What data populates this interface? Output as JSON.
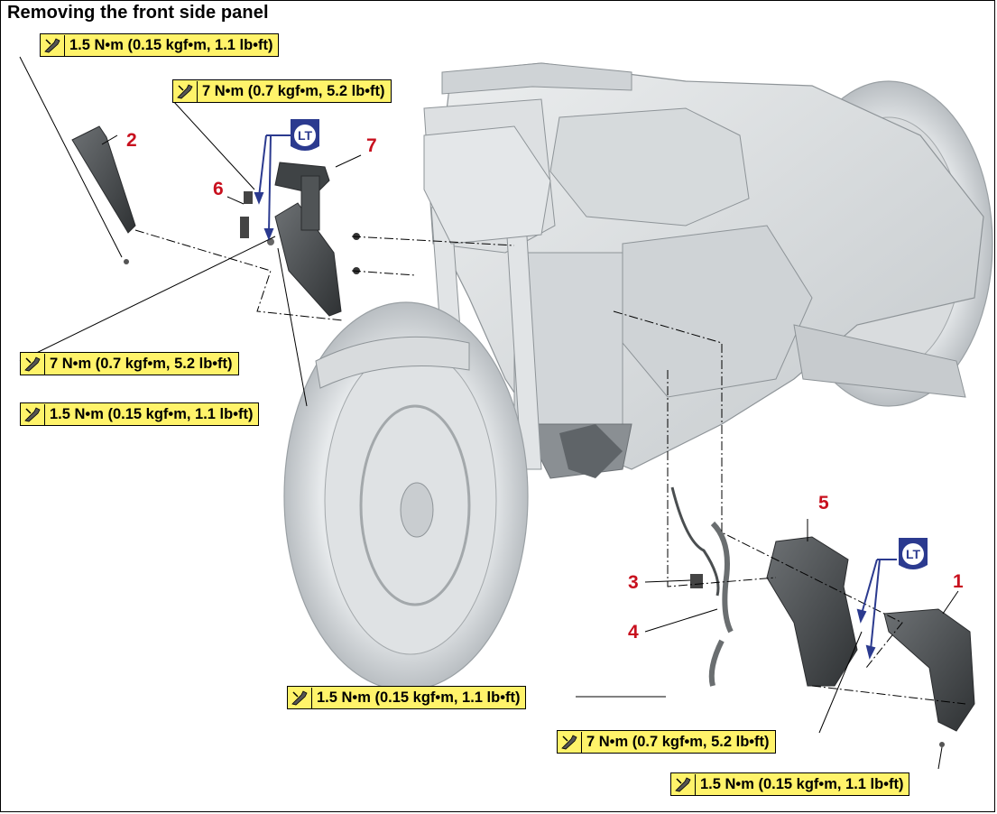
{
  "page": {
    "title": "Removing the front side panel"
  },
  "torque_specs": [
    {
      "id": "t1",
      "value": "1.5 N•m (0.15 kgf•m, 1.1 lb•ft)"
    },
    {
      "id": "t2",
      "value": "7 N•m (0.7 kgf•m, 5.2 lb•ft)"
    },
    {
      "id": "t3",
      "value": "7 N•m (0.7 kgf•m, 5.2 lb•ft)"
    },
    {
      "id": "t4",
      "value": "1.5 N•m (0.15 kgf•m, 1.1 lb•ft)"
    },
    {
      "id": "t5",
      "value": "1.5 N•m (0.15 kgf•m, 1.1 lb•ft)"
    },
    {
      "id": "t6",
      "value": "7 N•m (0.7 kgf•m, 5.2 lb•ft)"
    },
    {
      "id": "t7",
      "value": "1.5 N•m (0.15 kgf•m, 1.1 lb•ft)"
    }
  ],
  "callouts": [
    "1",
    "2",
    "3",
    "4",
    "5",
    "6",
    "7"
  ],
  "lt_badges": [
    "LT",
    "LT"
  ],
  "icons": {
    "torque": "torque-wrench-icon",
    "locking_agent": "lt-thread-locker-icon"
  },
  "colors": {
    "torque_label_bg": "#fff36a",
    "callout_text": "#c8101e",
    "lt_badge": "#2b3a8f",
    "leader_arrows": "#2b3a8f"
  }
}
